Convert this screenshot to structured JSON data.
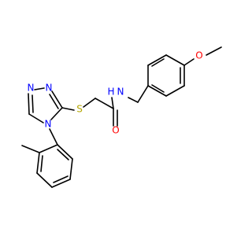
{
  "molecule": {
    "atoms": {
      "ether_oxygen": "O",
      "amide_nitrogen": "N",
      "amide_hydrogen": "H",
      "carbonyl_oxygen": "O",
      "thioether_sulfur": "S",
      "triazole_n1": "N",
      "triazole_n2": "N",
      "triazole_n4": "N"
    },
    "colors": {
      "bond": "#000000",
      "oxygen": "#ff0000",
      "nitrogen": "#0000ff",
      "sulfur": "#b5a600",
      "background": "#ffffff"
    }
  }
}
